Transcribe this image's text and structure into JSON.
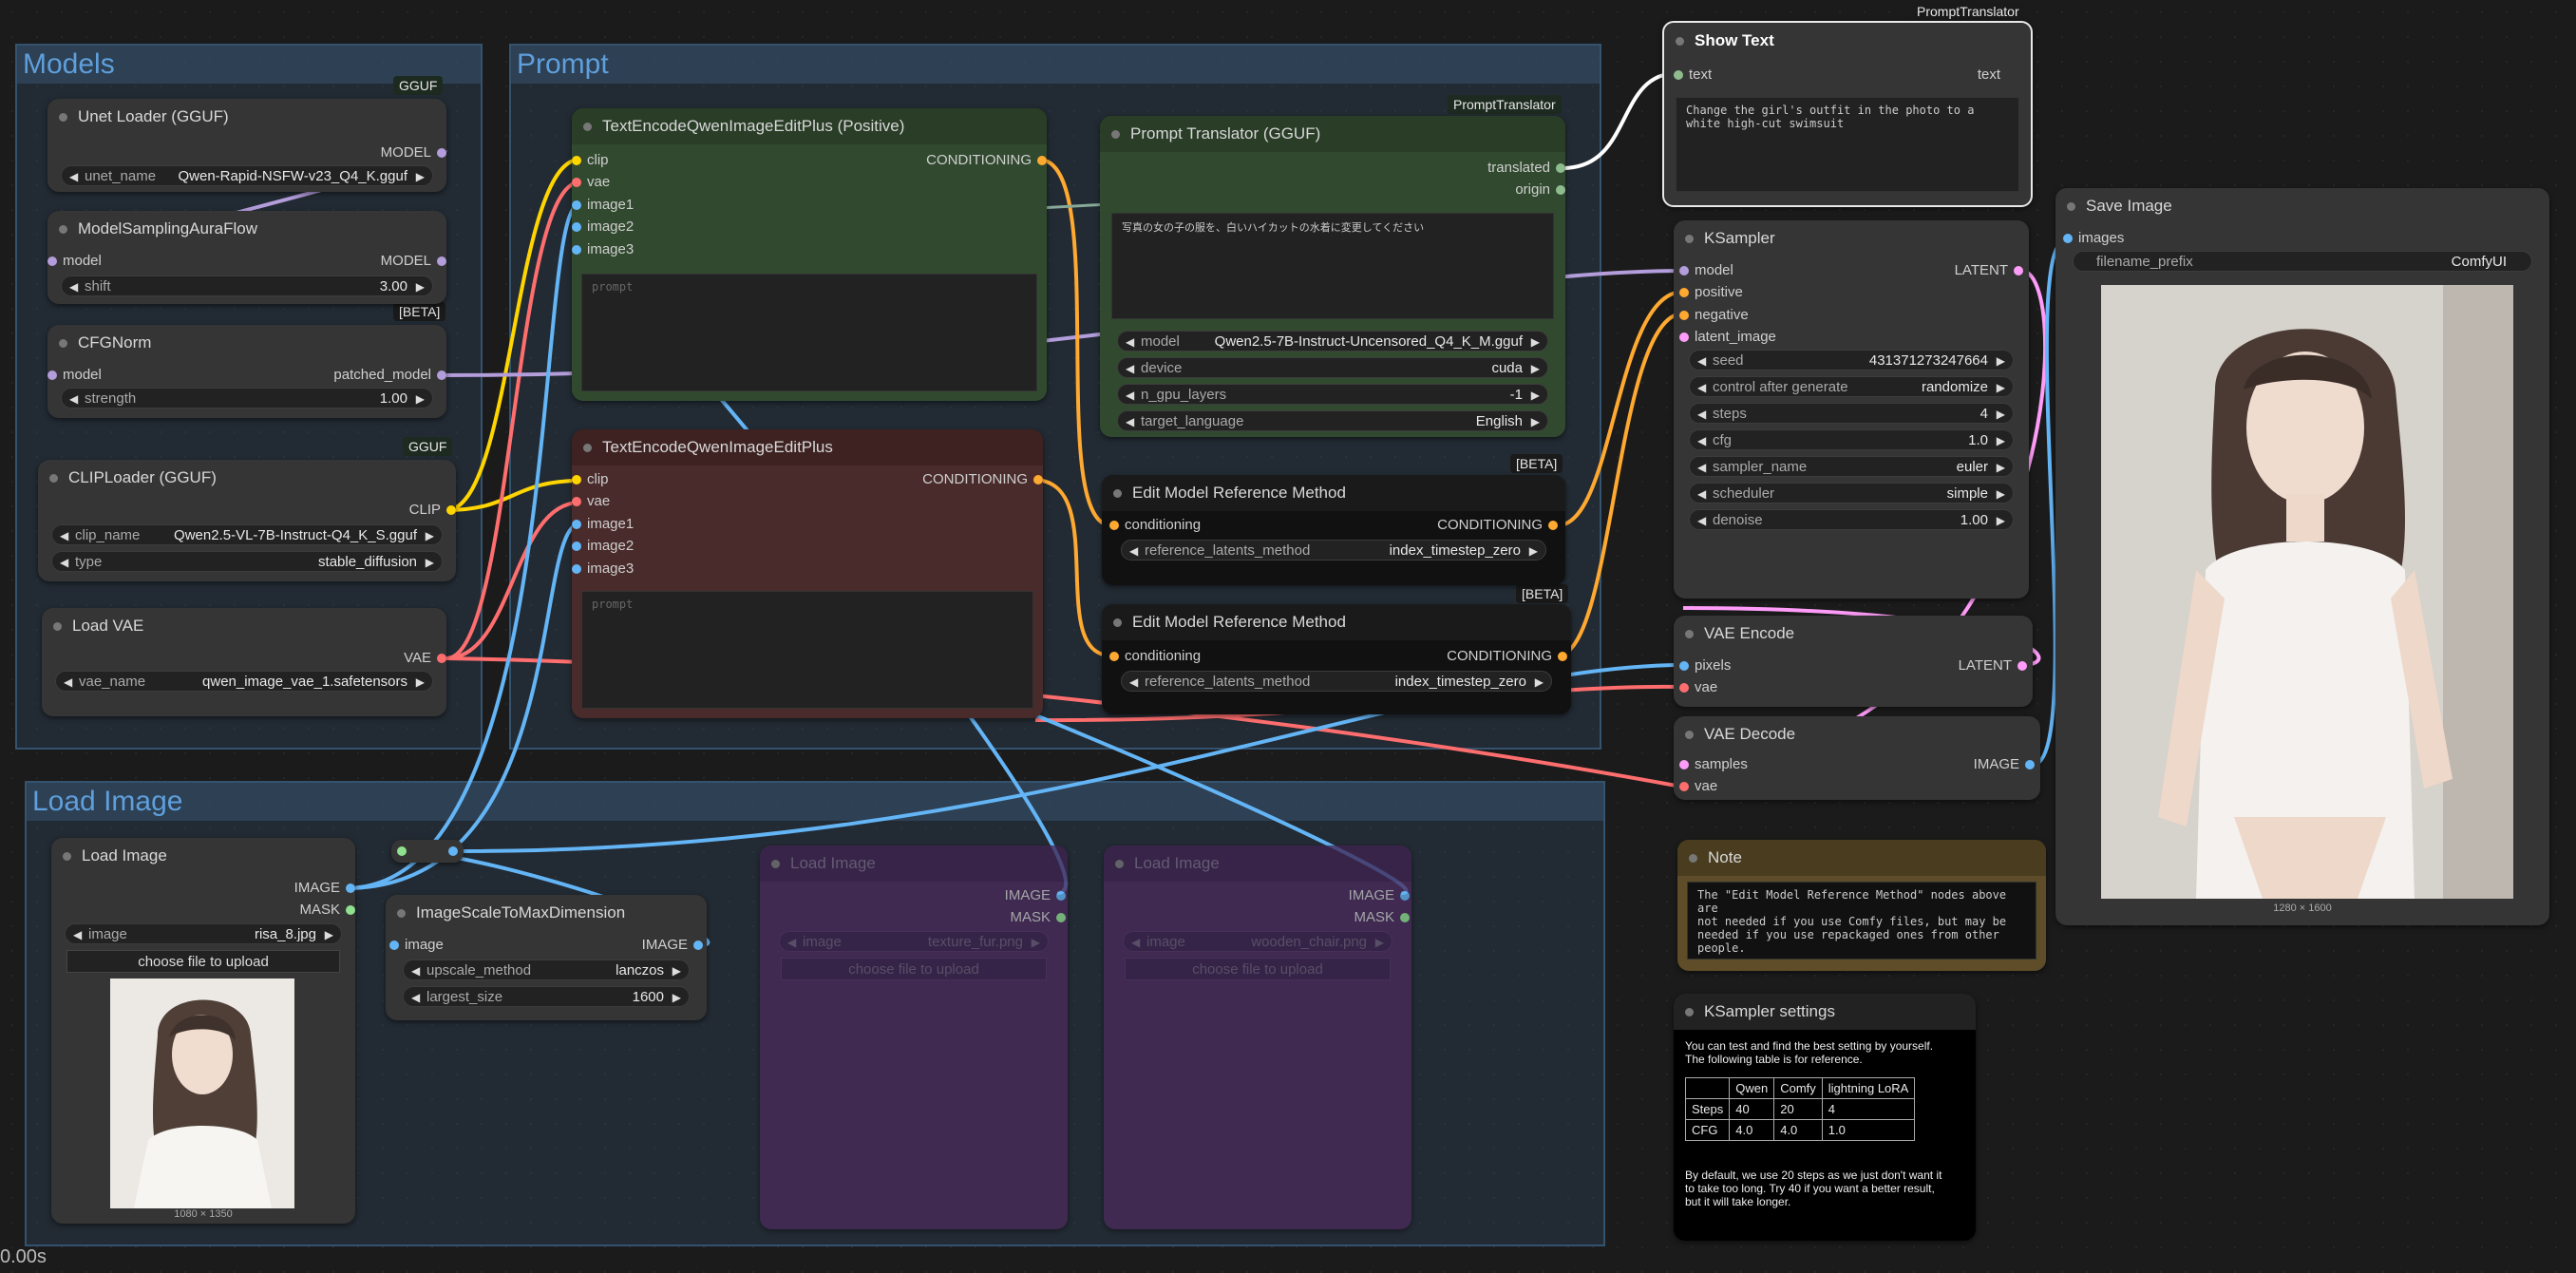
{
  "groups": {
    "models": "Models",
    "prompt": "Prompt",
    "load_image": "Load Image"
  },
  "badges": {
    "gguf_1": "GGUF",
    "beta_1": "[BETA]",
    "gguf_2": "GGUF",
    "prompt_translator": "PromptTranslator",
    "beta_2": "[BETA]",
    "beta_3": "[BETA]",
    "prompt_translator_top": "PromptTranslator"
  },
  "unet_loader": {
    "title": "Unet Loader (GGUF)",
    "out_model": "MODEL",
    "unet_name_label": "unet_name",
    "unet_name_value": "Qwen-Rapid-NSFW-v23_Q4_K.gguf"
  },
  "model_sampling": {
    "title": "ModelSamplingAuraFlow",
    "in_model": "model",
    "out_model": "MODEL",
    "shift_label": "shift",
    "shift_value": "3.00"
  },
  "cfgnorm": {
    "title": "CFGNorm",
    "in_model": "model",
    "out": "patched_model",
    "strength_label": "strength",
    "strength_value": "1.00"
  },
  "clip_loader": {
    "title": "CLIPLoader (GGUF)",
    "out": "CLIP",
    "clip_name_label": "clip_name",
    "clip_name_value": "Qwen2.5-VL-7B-Instruct-Q4_K_S.gguf",
    "type_label": "type",
    "type_value": "stable_diffusion"
  },
  "load_vae": {
    "title": "Load VAE",
    "out": "VAE",
    "vae_name_label": "vae_name",
    "vae_name_value": "qwen_image_vae_1.safetensors"
  },
  "te_positive": {
    "title": "TextEncodeQwenImageEditPlus (Positive)",
    "inputs": [
      "clip",
      "vae",
      "image1",
      "image2",
      "image3"
    ],
    "out": "CONDITIONING",
    "placeholder": "prompt"
  },
  "te_negative": {
    "title": "TextEncodeQwenImageEditPlus",
    "inputs": [
      "clip",
      "vae",
      "image1",
      "image2",
      "image3"
    ],
    "out": "CONDITIONING",
    "placeholder": "prompt"
  },
  "prompt_translator": {
    "title": "Prompt Translator (GGUF)",
    "out_translated": "translated",
    "out_origin": "origin",
    "text": "写真の女の子の服を、白いハイカットの水着に変更してください",
    "model_label": "model",
    "model_value": "Qwen2.5-7B-Instruct-Uncensored_Q4_K_M.gguf",
    "device_label": "device",
    "device_value": "cuda",
    "gpu_label": "n_gpu_layers",
    "gpu_value": "-1",
    "lang_label": "target_language",
    "lang_value": "English"
  },
  "edit_ref_1": {
    "title": "Edit Model Reference Method",
    "in": "conditioning",
    "out": "CONDITIONING",
    "method_label": "reference_latents_method",
    "method_value": "index_timestep_zero"
  },
  "edit_ref_2": {
    "title": "Edit Model Reference Method",
    "in": "conditioning",
    "out": "CONDITIONING",
    "method_label": "reference_latents_method",
    "method_value": "index_timestep_zero"
  },
  "show_text": {
    "title": "Show Text",
    "in": "text",
    "out": "text",
    "content": "Change the girl's outfit in the photo to a white high-cut swimsuit"
  },
  "ksampler": {
    "title": "KSampler",
    "inputs": [
      "model",
      "positive",
      "negative",
      "latent_image"
    ],
    "out": "LATENT",
    "widgets": [
      {
        "label": "seed",
        "value": "431371273247664"
      },
      {
        "label": "control after generate",
        "value": "randomize"
      },
      {
        "label": "steps",
        "value": "4"
      },
      {
        "label": "cfg",
        "value": "1.0"
      },
      {
        "label": "sampler_name",
        "value": "euler"
      },
      {
        "label": "scheduler",
        "value": "simple"
      },
      {
        "label": "denoise",
        "value": "1.00"
      }
    ]
  },
  "vae_encode": {
    "title": "VAE Encode",
    "in_pixels": "pixels",
    "in_vae": "vae",
    "out": "LATENT"
  },
  "vae_decode": {
    "title": "VAE Decode",
    "in_samples": "samples",
    "in_vae": "vae",
    "out": "IMAGE"
  },
  "save_image": {
    "title": "Save Image",
    "in": "images",
    "prefix_label": "filename_prefix",
    "prefix_value": "ComfyUI",
    "size": "1280 × 1600"
  },
  "note": {
    "title": "Note",
    "text": "The \"Edit Model Reference Method\" nodes above are\nnot needed if you use Comfy files, but may be\nneeded if you use repackaged ones from other\npeople."
  },
  "ksampler_settings": {
    "title": "KSampler settings",
    "intro": "You can test and find the best setting by yourself.\nThe following table is for reference.",
    "table": {
      "header": [
        "",
        "Qwen",
        "Comfy",
        "lightning LoRA"
      ],
      "rows": [
        [
          "Steps",
          "40",
          "20",
          "4"
        ],
        [
          "CFG",
          "4.0",
          "4.0",
          "1.0"
        ]
      ]
    },
    "footer": "By default, we use 20 steps as we just don't want it\nto take too long. Try 40 if you want a better result,\nbut it will take longer."
  },
  "load_image_main": {
    "title": "Load Image",
    "out_image": "IMAGE",
    "out_mask": "MASK",
    "image_label": "image",
    "image_value": "risa_8.jpg",
    "upload": "choose file to upload",
    "size": "1080 × 1350"
  },
  "image_scale": {
    "title": "ImageScaleToMaxDimension",
    "in": "image",
    "out": "IMAGE",
    "method_label": "upscale_method",
    "method_value": "lanczos",
    "size_label": "largest_size",
    "size_value": "1600"
  },
  "load_image_2": {
    "title": "Load Image",
    "out_image": "IMAGE",
    "out_mask": "MASK",
    "image_label": "image",
    "image_value": "texture_fur.png",
    "upload": "choose file to upload"
  },
  "load_image_3": {
    "title": "Load Image",
    "out_image": "IMAGE",
    "out_mask": "MASK",
    "image_label": "image",
    "image_value": "wooden_chair.png",
    "upload": "choose file to upload"
  },
  "status": {
    "time": "0.00s"
  }
}
